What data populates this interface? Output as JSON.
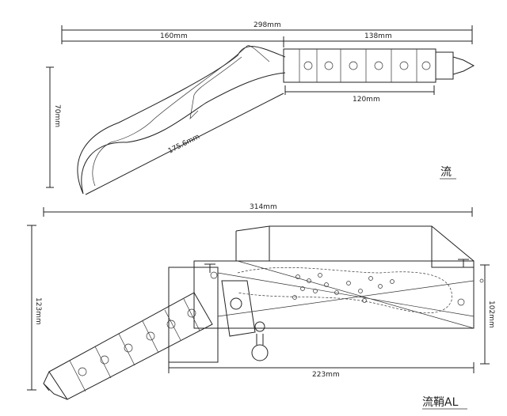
{
  "knife": {
    "overall": "298mm",
    "blade_len": "160mm",
    "handle_len": "138mm",
    "grip_len": "120mm",
    "height": "70mm",
    "edge_len": "175.6mm",
    "name": "流"
  },
  "sheath": {
    "overall": "314mm",
    "height": "123mm",
    "body_height": "102mm",
    "body_len": "223mm",
    "name": "流鞘AL"
  }
}
